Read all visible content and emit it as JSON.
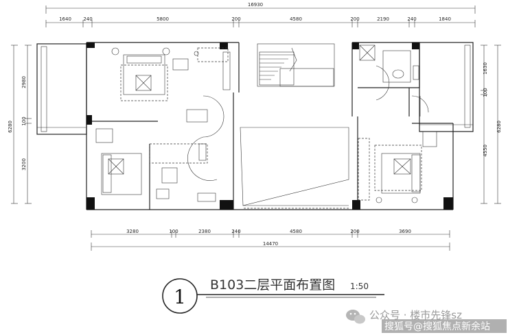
{
  "drawing": {
    "title": "B103二层平面布置图",
    "scale": "1:50",
    "number": "1"
  },
  "dims": {
    "top_total": "16930",
    "top_segments": [
      "1640",
      "240",
      "5800",
      "200",
      "4580",
      "200",
      "2190",
      "240",
      "1840"
    ],
    "bottom_segments": [
      "3280",
      "100",
      "2380",
      "240",
      "4580",
      "200",
      "3690"
    ],
    "bottom_total": "14470",
    "left_segments": [
      "2980",
      "100",
      "3200"
    ],
    "left_total": "6280",
    "right_segments": [
      "1630",
      "100",
      "4550"
    ],
    "right_total": "6280"
  },
  "watermark": {
    "line1": "公众号 · 楼市先锋sz",
    "line2": "搜狐号@搜狐焦点新余站"
  }
}
